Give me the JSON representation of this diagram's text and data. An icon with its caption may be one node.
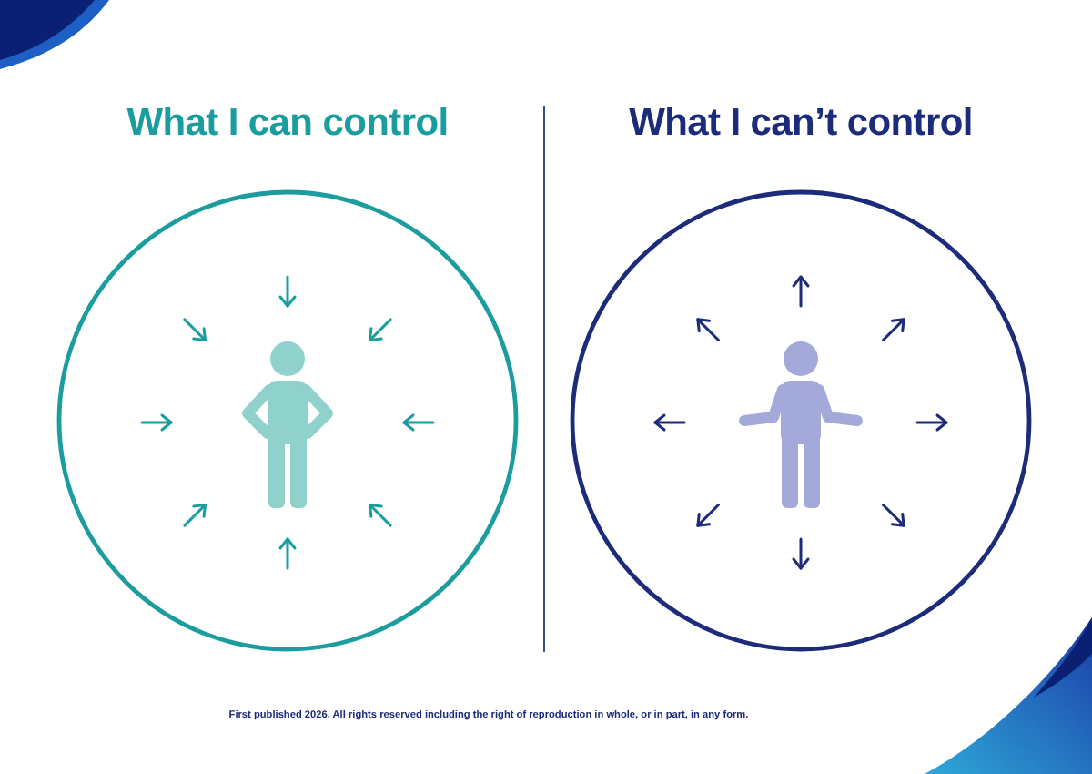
{
  "diagram": {
    "nodes": [
      {
        "text": [
          "What I can control"
        ]
      },
      {
        "text": [],
        "shape": "person",
        "in": 0
      },
      {
        "text": [
          "What I can’t control"
        ]
      },
      {
        "text": [],
        "shape": "person",
        "in": 2
      }
    ],
    "labels": [
      "First published 2026. All rights reserved including the right of reproduction in whole, or in part,  in any form."
    ]
  }
}
